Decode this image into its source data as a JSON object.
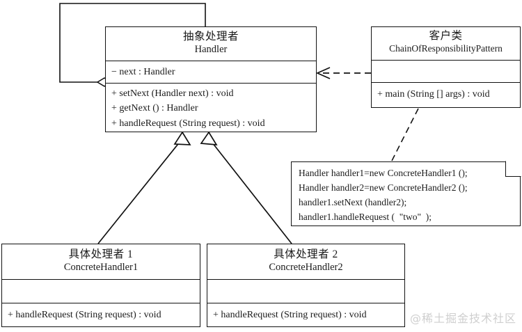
{
  "diagram": {
    "title": "Chain of Responsibility Pattern UML Class Diagram",
    "line_color": "#111111",
    "background": "#ffffff",
    "watermark": "@稀土掘金技术社区",
    "watermark_color": "#cfcfcf"
  },
  "classes": {
    "handler": {
      "stereotype_cn": "抽象处理者",
      "name": "Handler",
      "attributes": [
        "− next : Handler"
      ],
      "operations": [
        "+ setNext (Handler next) : void",
        "+ getNext () : Handler",
        "+ handleRequest (String request) : void"
      ]
    },
    "client": {
      "stereotype_cn": "客户类",
      "name": "ChainOfResponsibilityPattern",
      "attributes": [],
      "operations": [
        "+ main (String [] args) : void"
      ]
    },
    "concrete1": {
      "stereotype_cn": "具体处理者 1",
      "name": "ConcreteHandler1",
      "attributes": [],
      "operations": [
        "+ handleRequest (String request) : void"
      ]
    },
    "concrete2": {
      "stereotype_cn": "具体处理者 2",
      "name": "ConcreteHandler2",
      "attributes": [],
      "operations": [
        "+ handleRequest (String request) : void"
      ]
    }
  },
  "note": {
    "lines": [
      "Handler handler1=new ConcreteHandler1 ();",
      "Handler handler2=new ConcreteHandler2 ();",
      "handler1.setNext (handler2);",
      "handler1.handleRequest (  \"two\"  );"
    ]
  },
  "relations": [
    {
      "id": "self-aggregation",
      "kind": "aggregation",
      "from": "handler",
      "to": "handler",
      "label": ""
    },
    {
      "id": "client-uses-handler",
      "kind": "dependency",
      "from": "client",
      "to": "handler",
      "label": ""
    },
    {
      "id": "client-note-link",
      "kind": "note-anchor",
      "from": "client",
      "to": "note",
      "label": ""
    },
    {
      "id": "concrete1-extends-handler",
      "kind": "generalization",
      "from": "concrete1",
      "to": "handler",
      "label": ""
    },
    {
      "id": "concrete2-extends-handler",
      "kind": "generalization",
      "from": "concrete2",
      "to": "handler",
      "label": ""
    }
  ]
}
